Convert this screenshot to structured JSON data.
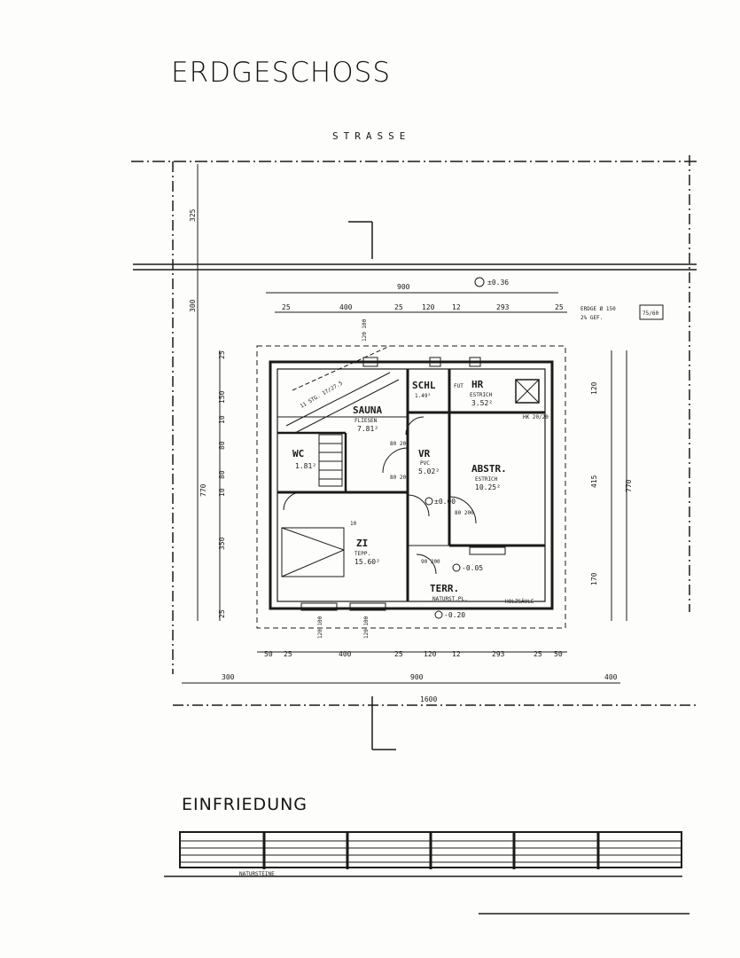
{
  "title": "ERDGESCHOSS",
  "street_label": "STRASSE",
  "fence_title": "EINFRIEDUNG",
  "fence_material": "NATURSTEINE",
  "rooms": {
    "sauna": {
      "name": "SAUNA",
      "floor": "FLIESEN",
      "area": "7.81²"
    },
    "wc": {
      "name": "WC",
      "area": "1.81²"
    },
    "schl": {
      "name": "SCHL",
      "area": "1.49²"
    },
    "hr": {
      "name": "HR",
      "floor": "ESTRICH",
      "area": "3.52²"
    },
    "abstr": {
      "name": "ABSTR.",
      "floor": "ESTRICH",
      "area": "10.25²"
    },
    "vr": {
      "name": "VR",
      "floor": "PVC",
      "area": "5.02²"
    },
    "zi": {
      "name": "ZI",
      "floor": "TEPP.",
      "area": "15.60²"
    },
    "terr": {
      "name": "TERR.",
      "floor": "NATURST.PL."
    },
    "holzsaule": "HOLZSÄULE",
    "fut": "FUT",
    "hk": "HK 20/20",
    "treppe": "11 STG. 17/27.5"
  },
  "levels": {
    "top": "±0.36",
    "vr": "±0.00",
    "terr": "-0.05",
    "ground": "-0.20",
    "erdge": "ERDGE Ø 150",
    "gef": "2% GEF.",
    "box": "75/60"
  },
  "dims": {
    "top_total": "900",
    "top_chain": [
      "25",
      "400",
      "25",
      "120",
      "12",
      "293",
      "25"
    ],
    "bottom_chain": [
      "50",
      "25",
      "400",
      "25",
      "120",
      "12",
      "293",
      "25",
      "50"
    ],
    "bottom_overall": [
      "300",
      "900",
      "400"
    ],
    "bottom_total": "1600",
    "left_top": "325",
    "left_mid": "300",
    "left_house": "770",
    "left_chain": [
      "25",
      "150",
      "10",
      "80",
      "80",
      "10",
      "350",
      "25"
    ],
    "right_house": "770",
    "right_chain": [
      "120",
      "415",
      "170"
    ],
    "door_80_200": "80 200",
    "door_90_200": "90 200",
    "door_10": "10",
    "win_120": "120 100",
    "win_80": "80 200"
  }
}
